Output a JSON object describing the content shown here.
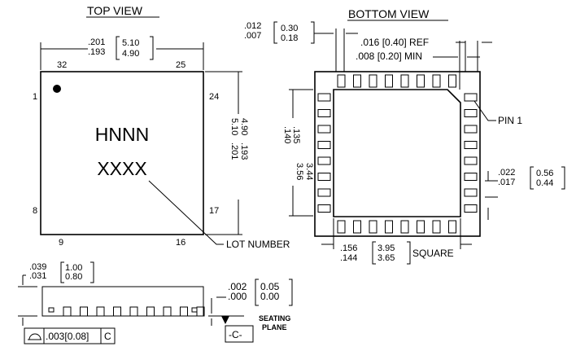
{
  "top_view": {
    "title": "TOP VIEW",
    "pins": {
      "p32": "32",
      "p25": "25",
      "p1": "1",
      "p24": "24",
      "p8": "8",
      "p17": "17",
      "p9": "9",
      "p16": "16"
    },
    "marking_line1": "HNNN",
    "marking_line2": "XXXX",
    "lot_label": "LOT NUMBER",
    "width_in": [
      ".201",
      ".193"
    ],
    "width_mm": [
      "5.10",
      "4.90"
    ],
    "height_in": [
      ".201",
      ".193"
    ],
    "height_mm": [
      "5.10",
      "4.90"
    ]
  },
  "bottom_view": {
    "title": "BOTTOM VIEW",
    "lead_width_in": [
      ".012",
      ".007"
    ],
    "lead_width_mm": [
      "0.30",
      "0.18"
    ],
    "ref_label": ".016 [0.40] REF",
    "min_label": ".008 [0.20] MIN",
    "pin1_label": "PIN 1",
    "pitch_in": [
      ".022",
      ".017"
    ],
    "pitch_mm": [
      "0.56",
      "0.44"
    ],
    "pad_in": [
      ".156",
      ".144"
    ],
    "pad_mm": [
      "3.95",
      "3.65"
    ],
    "pad_suffix": "SQUARE",
    "side_in": [
      ".140",
      ".135"
    ],
    "side_mm": [
      "3.56",
      "3.44"
    ]
  },
  "side_view": {
    "height_in": [
      ".039",
      ".031"
    ],
    "height_mm": [
      "1.00",
      "0.80"
    ],
    "standoff_in": [
      ".002",
      ".000"
    ],
    "standoff_mm": [
      "0.05",
      "0.00"
    ],
    "seating_line1": "SEATING",
    "seating_line2": "PLANE",
    "datum": "-C-",
    "tolerance": ".003[0.08]",
    "tolerance_datum": "C"
  }
}
